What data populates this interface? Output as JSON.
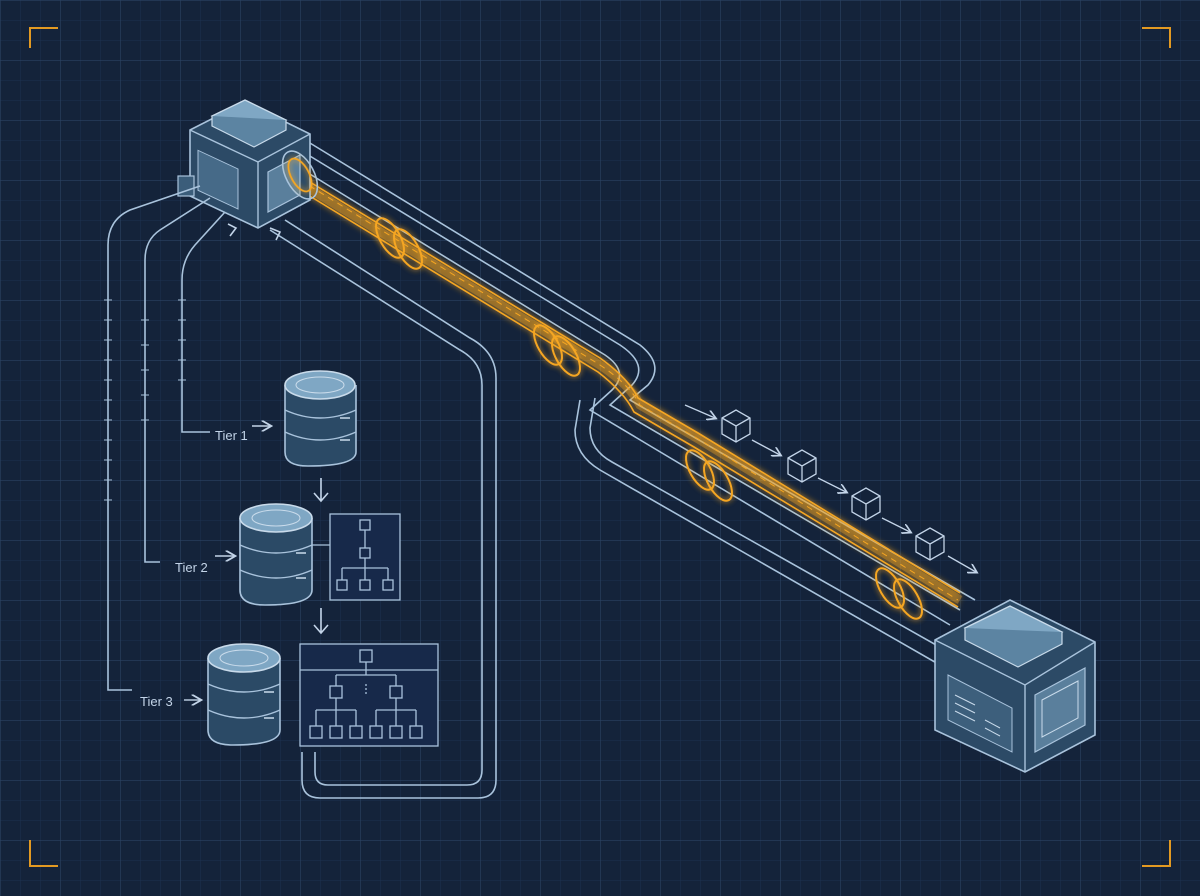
{
  "tiers": [
    {
      "label": "Tier 1"
    },
    {
      "label": "Tier 2"
    },
    {
      "label": "Tier 3"
    }
  ],
  "colors": {
    "background": "#14233a",
    "grid_line": "#2a4262",
    "line": "#a9c3dc",
    "node_face": "#6f97b5",
    "node_face_light": "#8fb5d1",
    "data_stream": "#f5a623",
    "corner_marks": "#e39a22"
  },
  "icons": [
    "source-node-icon",
    "destination-node-icon",
    "database-icon",
    "tree-diagram-icon",
    "data-packet-icon",
    "arrow-down-icon"
  ]
}
